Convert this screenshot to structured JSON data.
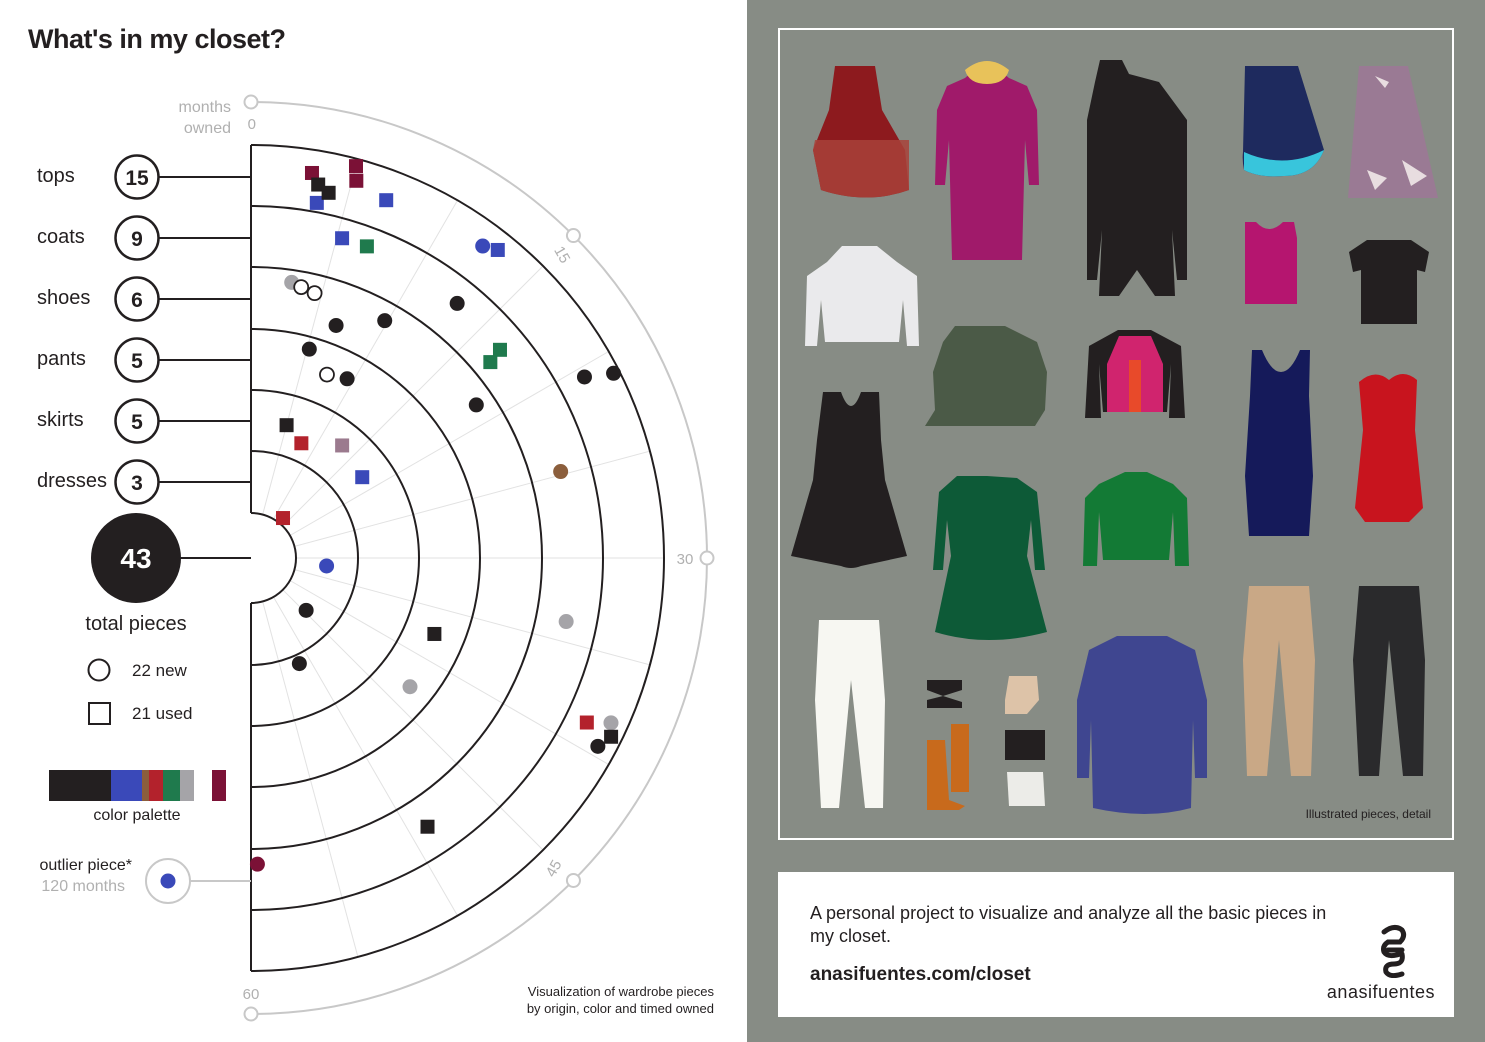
{
  "title": "What's in my closet?",
  "axis": {
    "label_line1": "months",
    "label_line2": "owned",
    "ticks": [
      "0",
      "15",
      "30",
      "45",
      "60"
    ]
  },
  "categories": [
    {
      "name": "tops",
      "count": "15"
    },
    {
      "name": "coats",
      "count": "9"
    },
    {
      "name": "shoes",
      "count": "6"
    },
    {
      "name": "pants",
      "count": "5"
    },
    {
      "name": "skirts",
      "count": "5"
    },
    {
      "name": "dresses",
      "count": "3"
    }
  ],
  "total": {
    "value": "43",
    "label": "total pieces"
  },
  "legend": {
    "new_label": "22 new",
    "used_label": "21 used"
  },
  "palette": {
    "label": "color palette",
    "colors": [
      "#231f20",
      "#231f20",
      "#3a49b9",
      "#8b5e3c",
      "#b3222c",
      "#1f7a4d",
      "#a5a4a8",
      "#ffffff",
      "#7b1136"
    ]
  },
  "outlier": {
    "label": "outlier piece*",
    "months": "120 months",
    "color": "#3a49b9"
  },
  "caption": {
    "line1": "Visualization of wardrobe pieces",
    "line2": "by origin, color and timed owned"
  },
  "chart_data": {
    "type": "scatter",
    "title": "What's in my closet?",
    "note": "polar half-disc: angle = months owned (0 top to 60 bottom); rings = category",
    "rings_inner_to_outer": [
      "dresses",
      "skirts",
      "pants",
      "shoes",
      "coats",
      "tops"
    ],
    "angle_range_months": [
      0,
      60
    ],
    "marker_shape": {
      "circle": "new",
      "square": "used"
    },
    "points": [
      {
        "cat": "tops",
        "m": 3.0,
        "r": 0.62,
        "s": "square",
        "c": "#7b1136"
      },
      {
        "cat": "tops",
        "m": 3.4,
        "r": 0.45,
        "s": "square",
        "c": "#231f20"
      },
      {
        "cat": "tops",
        "m": 3.5,
        "r": 0.15,
        "s": "square",
        "c": "#3a49b9"
      },
      {
        "cat": "tops",
        "m": 4.0,
        "r": 0.35,
        "s": "square",
        "c": "#231f20"
      },
      {
        "cat": "tops",
        "m": 5.0,
        "r": 0.88,
        "s": "square",
        "c": "#7b1136"
      },
      {
        "cat": "tops",
        "m": 5.2,
        "r": 0.65,
        "s": "square",
        "c": "#7b1136"
      },
      {
        "cat": "tops",
        "m": 6.9,
        "r": 0.5,
        "s": "square",
        "c": "#3a49b9"
      },
      {
        "cat": "tops",
        "m": 12.2,
        "r": 0.6,
        "s": "circle",
        "c": "#3a49b9"
      },
      {
        "cat": "tops",
        "m": 12.9,
        "r": 0.7,
        "s": "square",
        "c": "#3a49b9"
      },
      {
        "cat": "tops",
        "m": 20.5,
        "r": 0.45,
        "s": "circle",
        "c": "#231f20"
      },
      {
        "cat": "tops",
        "m": 21.0,
        "r": 0.9,
        "s": "circle",
        "c": "#231f20"
      },
      {
        "cat": "tops",
        "m": 38.2,
        "r": 0.72,
        "s": "circle",
        "c": "#a5a4a8"
      },
      {
        "cat": "tops",
        "m": 38.7,
        "r": 0.36,
        "s": "square",
        "c": "#b3222c"
      },
      {
        "cat": "tops",
        "m": 38.8,
        "r": 0.82,
        "s": "square",
        "c": "#231f20"
      },
      {
        "cat": "tops",
        "m": 39.5,
        "r": 0.7,
        "s": "circle",
        "c": "#231f20"
      },
      {
        "cat": "coats",
        "m": 5.3,
        "r": 0.68,
        "s": "square",
        "c": "#3a49b9"
      },
      {
        "cat": "coats",
        "m": 6.8,
        "r": 0.68,
        "s": "square",
        "c": "#1f7a4d"
      },
      {
        "cat": "coats",
        "m": 13.0,
        "r": 0.6,
        "s": "circle",
        "c": "#231f20"
      },
      {
        "cat": "coats",
        "m": 16.9,
        "r": 0.3,
        "s": "square",
        "c": "#1f7a4d"
      },
      {
        "cat": "coats",
        "m": 16.7,
        "r": 0.55,
        "s": "square",
        "c": "#1f7a4d"
      },
      {
        "cat": "coats",
        "m": 24.8,
        "r": 0.5,
        "s": "circle",
        "c": "#8b5e3c"
      },
      {
        "cat": "coats",
        "m": 33.8,
        "r": 0.5,
        "s": "circle",
        "c": "#a5a4a8"
      },
      {
        "cat": "coats",
        "m": 48.9,
        "r": 0.5,
        "s": "square",
        "c": "#231f20"
      },
      {
        "cat": "coats",
        "m": 59.6,
        "r": 0.25,
        "s": "circle",
        "c": "#7b1136"
      },
      {
        "cat": "shoes",
        "m": 2.8,
        "r": 0.8,
        "s": "circle",
        "c": "#a5a4a8"
      },
      {
        "cat": "shoes",
        "m": 3.5,
        "r": 0.75,
        "s": "circle",
        "c": "#ffffff"
      },
      {
        "cat": "shoes",
        "m": 4.5,
        "r": 0.7,
        "s": "circle",
        "c": "#ffffff"
      },
      {
        "cat": "shoes",
        "m": 6.7,
        "r": 0.3,
        "s": "circle",
        "c": "#231f20"
      },
      {
        "cat": "shoes",
        "m": 9.8,
        "r": 0.7,
        "s": "circle",
        "c": "#231f20"
      },
      {
        "cat": "shoes",
        "m": 18.6,
        "r": 0.7,
        "s": "circle",
        "c": "#231f20"
      },
      {
        "cat": "pants",
        "m": 5.2,
        "r": 0.8,
        "s": "circle",
        "c": "#231f20"
      },
      {
        "cat": "pants",
        "m": 7.5,
        "r": 0.5,
        "s": "circle",
        "c": "#ffffff"
      },
      {
        "cat": "pants",
        "m": 9.4,
        "r": 0.58,
        "s": "circle",
        "c": "#231f20"
      },
      {
        "cat": "pants",
        "m": 37.5,
        "r": 0.5,
        "s": "square",
        "c": "#231f20"
      },
      {
        "cat": "pants",
        "m": 43.0,
        "r": 0.6,
        "s": "circle",
        "c": "#a5a4a8"
      },
      {
        "cat": "skirts",
        "m": 5.0,
        "r": 0.5,
        "s": "square",
        "c": "#231f20"
      },
      {
        "cat": "skirts",
        "m": 7.9,
        "r": 0.3,
        "s": "square",
        "c": "#b3222c"
      },
      {
        "cat": "skirts",
        "m": 13.0,
        "r": 0.62,
        "s": "square",
        "c": "#9b7a8e"
      },
      {
        "cat": "skirts",
        "m": 18.0,
        "r": 0.5,
        "s": "square",
        "c": "#3a49b9"
      },
      {
        "cat": "skirts",
        "m": 51.8,
        "r": 0.15,
        "s": "circle",
        "c": "#231f20"
      },
      {
        "cat": "dresses",
        "m": 12.9,
        "r": 0.1,
        "s": "square",
        "c": "#b3222c"
      },
      {
        "cat": "dresses",
        "m": 32.0,
        "r": 0.5,
        "s": "circle",
        "c": "#3a49b9"
      },
      {
        "cat": "dresses",
        "m": 44.5,
        "r": 0.5,
        "s": "circle",
        "c": "#231f20"
      }
    ]
  },
  "right": {
    "detail_caption": "Illustrated pieces, detail",
    "description": "A personal project to visualize and analyze all the basic pieces in my closet.",
    "url": "anasifuentes.com/closet",
    "brand": "anasifuentes"
  },
  "garments": [
    {
      "name": "red-skirt-illustration",
      "color": "#8d1a1e"
    },
    {
      "name": "magenta-parka-illustration",
      "color": "#a01a6a"
    },
    {
      "name": "black-wrap-coat-illustration",
      "color": "#231f20"
    },
    {
      "name": "navy-skirt-illustration",
      "color": "#1e2a5e"
    },
    {
      "name": "mauve-bird-skirt-illustration",
      "color": "#9a7a94"
    },
    {
      "name": "white-sweater-illustration",
      "color": "#eaeaec"
    },
    {
      "name": "magenta-top-illustration",
      "color": "#b5156f"
    },
    {
      "name": "black-embroidered-top-illustration",
      "color": "#231f20"
    },
    {
      "name": "green-bomber-illustration",
      "color": "#4b5a47"
    },
    {
      "name": "color-block-jacket-illustration",
      "color": "#d0246e"
    },
    {
      "name": "black-dress-illustration",
      "color": "#231f20"
    },
    {
      "name": "green-coat-dress-illustration",
      "color": "#0d5a37"
    },
    {
      "name": "green-denim-jacket-illustration",
      "color": "#137a35"
    },
    {
      "name": "navy-dress-illustration",
      "color": "#151a5a"
    },
    {
      "name": "red-dress-illustration",
      "color": "#c8141e"
    },
    {
      "name": "white-pants-illustration",
      "color": "#f7f7f2"
    },
    {
      "name": "patterned-shirt-dress-illustration",
      "color": "#3f4690"
    },
    {
      "name": "tan-pants-illustration",
      "color": "#c9a886"
    },
    {
      "name": "black-jeans-illustration",
      "color": "#2a2a2c"
    },
    {
      "name": "shoes-illustration",
      "color": "#c86a1c"
    }
  ]
}
